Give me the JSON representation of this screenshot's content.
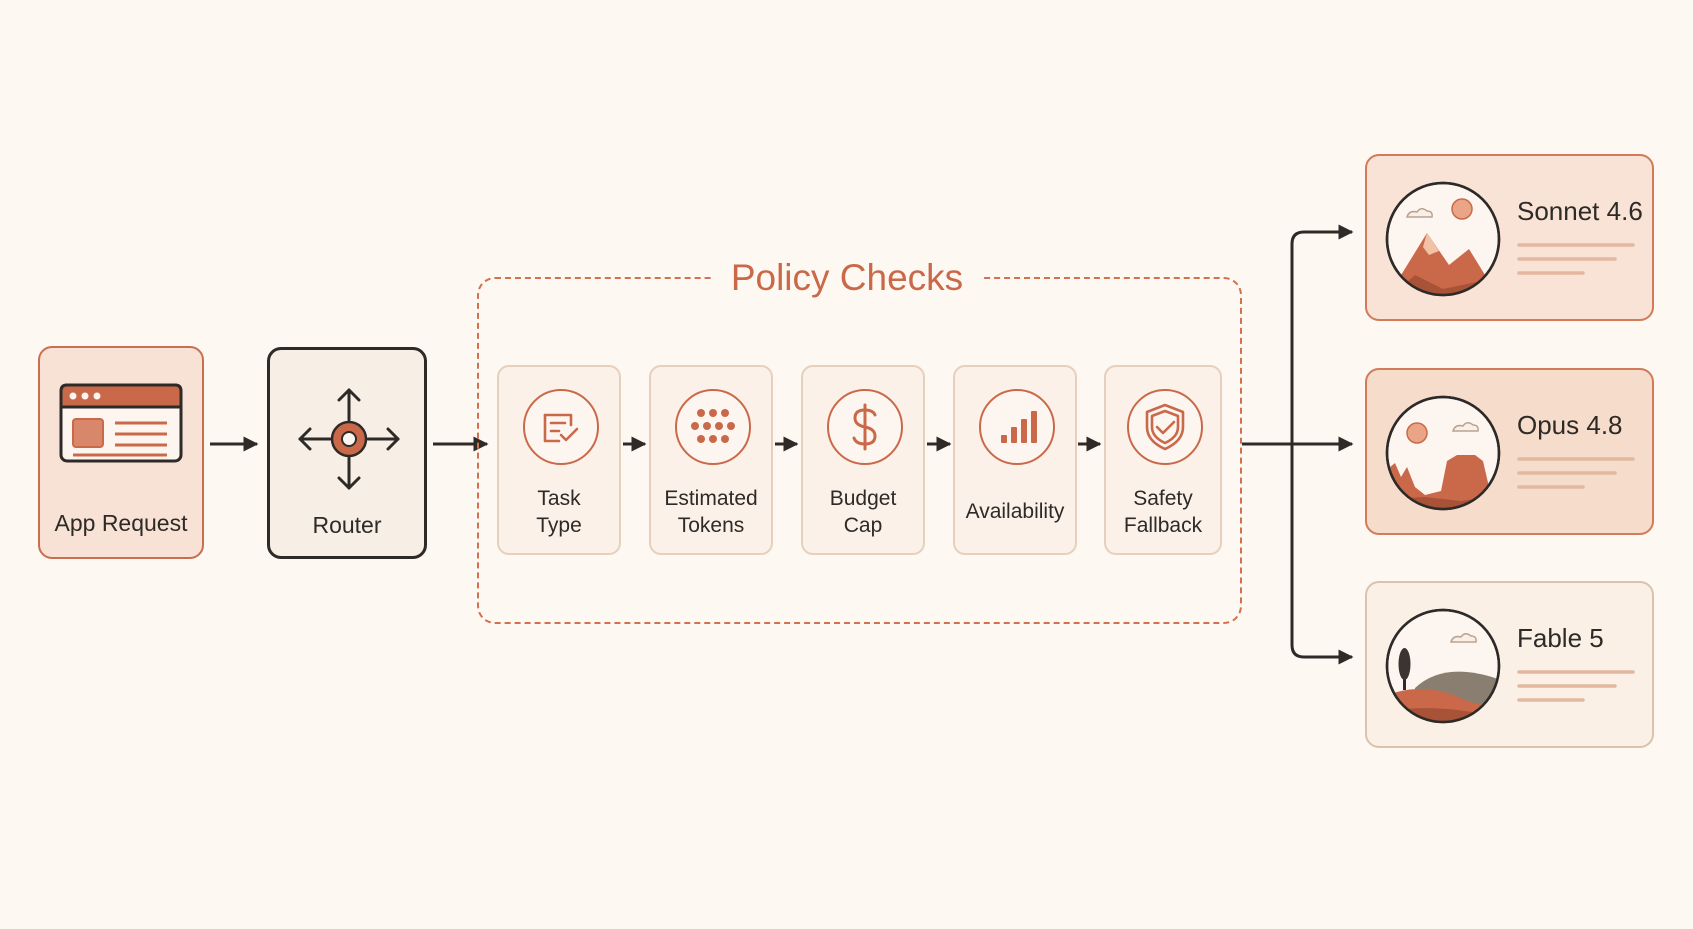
{
  "diagram": {
    "source": {
      "label": "App Request",
      "icon": "browser-window-icon"
    },
    "router": {
      "label": "Router",
      "icon": "router-arrows-icon"
    },
    "policy": {
      "title": "Policy Checks",
      "checks": [
        {
          "line1": "Task",
          "line2": "Type",
          "icon": "task-check-icon"
        },
        {
          "line1": "Estimated",
          "line2": "Tokens",
          "icon": "token-dots-icon"
        },
        {
          "line1": "Budget",
          "line2": "Cap",
          "icon": "dollar-icon"
        },
        {
          "line1": "Availability",
          "line2": "",
          "icon": "signal-bars-icon"
        },
        {
          "line1": "Safety",
          "line2": "Fallback",
          "icon": "shield-check-icon"
        }
      ]
    },
    "models": [
      {
        "name": "Sonnet 4.6",
        "icon": "mountain-landscape-icon"
      },
      {
        "name": "Opus 4.8",
        "icon": "canyon-landscape-icon"
      },
      {
        "name": "Fable 5",
        "icon": "hills-tree-landscape-icon"
      }
    ]
  },
  "colors": {
    "background": "#fdf8f2",
    "accent": "#c9694a",
    "dark": "#2e2a27",
    "card": "#fbf1e8"
  }
}
